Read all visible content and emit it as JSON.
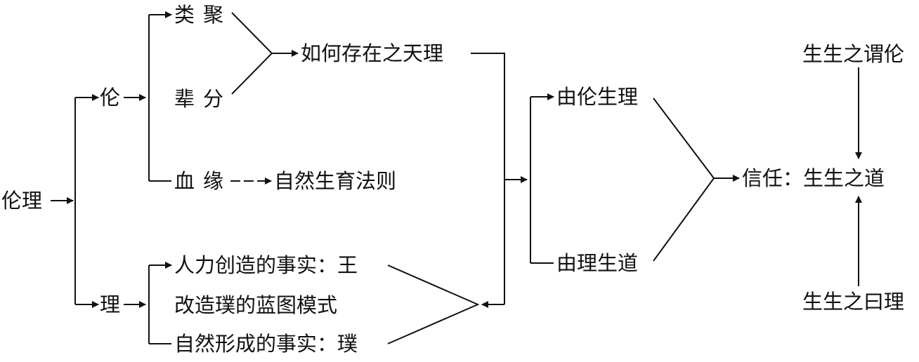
{
  "nodes": {
    "lunli": "伦理",
    "lun": "伦",
    "li": "理",
    "leiju": "类聚",
    "beifen": "辈分",
    "xueyuan": "血缘",
    "ziran_shengyu": "自然生育法则",
    "ruhe_cunzai": "如何存在之天理",
    "renli_line1": "人力创造的事实：王",
    "renli_line2": "改造璞的蓝图模式",
    "ziran_xingcheng": "自然形成的事实：璞",
    "you_lun": "由伦生理",
    "you_li": "由理生道",
    "xinren": "信任：生生之道",
    "wei_lun": "生生之谓伦",
    "yue_li": "生生之曰理"
  },
  "colors": {
    "line": "#111111",
    "text": "#111111",
    "background": "#ffffff"
  }
}
